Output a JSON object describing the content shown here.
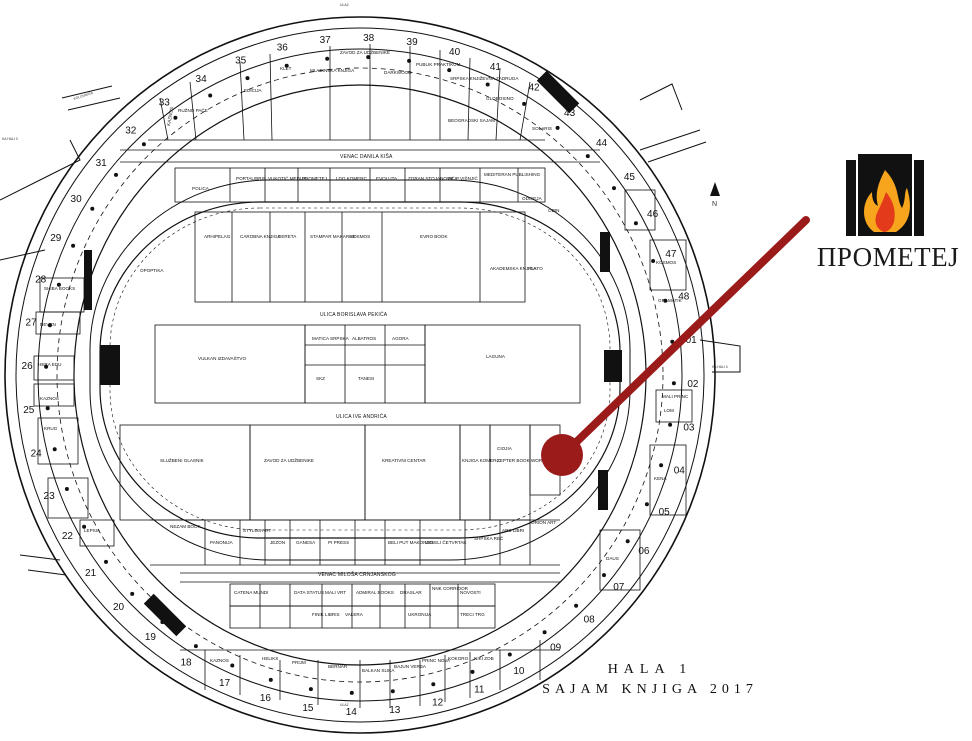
{
  "brand": {
    "name": "ПРОМЕТЕЈ",
    "logo_icon": "flame-icon",
    "pointer_color": "#9b1b1b"
  },
  "caption": {
    "line1": "HALA 1",
    "line2": "SAJAM KNJIGA 2017"
  },
  "compass": "N",
  "entrances": [
    "KA HALI 3",
    "KA HALI 4",
    "KOLOVRATA"
  ],
  "labels": {
    "ulaz": "ULAZ",
    "venac_top": "VENAC DANILA KIŠA",
    "venac_bottom": "VENAC MILOŠA CRNJANSKOG",
    "ulica_top": "ULICA BORISLAVA PEKIĆA",
    "ulica_mid": "ULICA IVE ANDRIĆA"
  },
  "gate_numbers": [
    "01",
    "02",
    "03",
    "04",
    "05",
    "06",
    "07",
    "08",
    "09",
    "10",
    "11",
    "12",
    "13",
    "14",
    "15",
    "16",
    "17",
    "18",
    "19",
    "20",
    "21",
    "22",
    "23",
    "24",
    "25",
    "26",
    "27",
    "28",
    "29",
    "30",
    "31",
    "32",
    "33",
    "34",
    "35",
    "36",
    "37",
    "38",
    "39",
    "40",
    "41",
    "42",
    "43",
    "44",
    "45",
    "46",
    "47",
    "48"
  ],
  "stalls": {
    "outer_top": [
      "KAZNOS",
      "RUŽNO PAČE",
      "EDICIJA",
      "KLET",
      "MLADINSKA KNJIGA",
      "ZAVOD ZA UDŽBENIKE",
      "DARKWOOD",
      "PUBLIK PRAKTIKUM",
      "SRPSKA KNJIŽEVNA ZADRUGA",
      "GLOBOSINO",
      "SOLARIS",
      "BEOGRADSKI SAJAM"
    ],
    "inner_top": [
      "POLICA",
      "PORTALIBRIS",
      "VUKOTIĆ MEDIJA",
      "PROMETEJ",
      "LDO KOMERC",
      "EVOLUTA",
      "ZORAN STOJANOVIĆ",
      "FILIP VIŠNJIĆ",
      "MEDITERAN PUBLISHING",
      "ODISEJA"
    ],
    "ring_top": [
      "ARHIPELAG",
      "CAROBNA KNJIGA",
      "DERETA",
      "STAMPAR MAKARIJE",
      "KOSMOS",
      "EVRO BOOK",
      "AKADEMSKA KNJIGA",
      "PLATO",
      "ODIN"
    ],
    "center": [
      "OPOPTIKA",
      "VULKAN IZDAVAŠTVO",
      "MATICA SRPSKA",
      "ALBATROS",
      "AGORA",
      "TANESI",
      "SKZ",
      "LAGUNA",
      "SLUŽBENI GLASNIK",
      "ZAVOD ZA UDŽBENIKE",
      "KREATIVNI CENTAR",
      "KNJIGA KOMERC",
      "CIOJIA",
      "ZEPTER BOOK WORLD"
    ],
    "ring_bottom": [
      "NEZAM BOOK",
      "PANONIJA",
      "STYLOS ART",
      "JEZON",
      "GANESA",
      "PI PRESS",
      "BELI PUT MAKONDO",
      "VESELI ČETVRTAK",
      "SRPSKA REČ",
      "ARS LIBRI",
      "ORION ART"
    ],
    "outer_bottom": [
      "CATENA MUNDI",
      "DATA STATUS",
      "MALI VRT",
      "ADMIRAL BOOKS",
      "DRASLAR",
      "NNK CORRIDOR",
      "NOVOSTI",
      "FINIK LIBRIS",
      "VALERA",
      "UKRONIJA",
      "TRECI TRG",
      "HELIKS",
      "PRIJM",
      "BERNAR",
      "BALKAN SLIKA",
      "BAJUN VERBA",
      "PRINC NOVA",
      "KOKORO",
      "KAZNOS",
      "NIKI ZOB"
    ],
    "left_side": [
      "SHIBA BOOKS",
      "KAZNOS",
      "KRUG",
      "NEVEN",
      "HERA EDU",
      "LEPSIA"
    ],
    "right_side": [
      "GRAMATIK",
      "KOSMOS",
      "LOM",
      "MALI PRINC",
      "KENA",
      "DAUS"
    ]
  }
}
